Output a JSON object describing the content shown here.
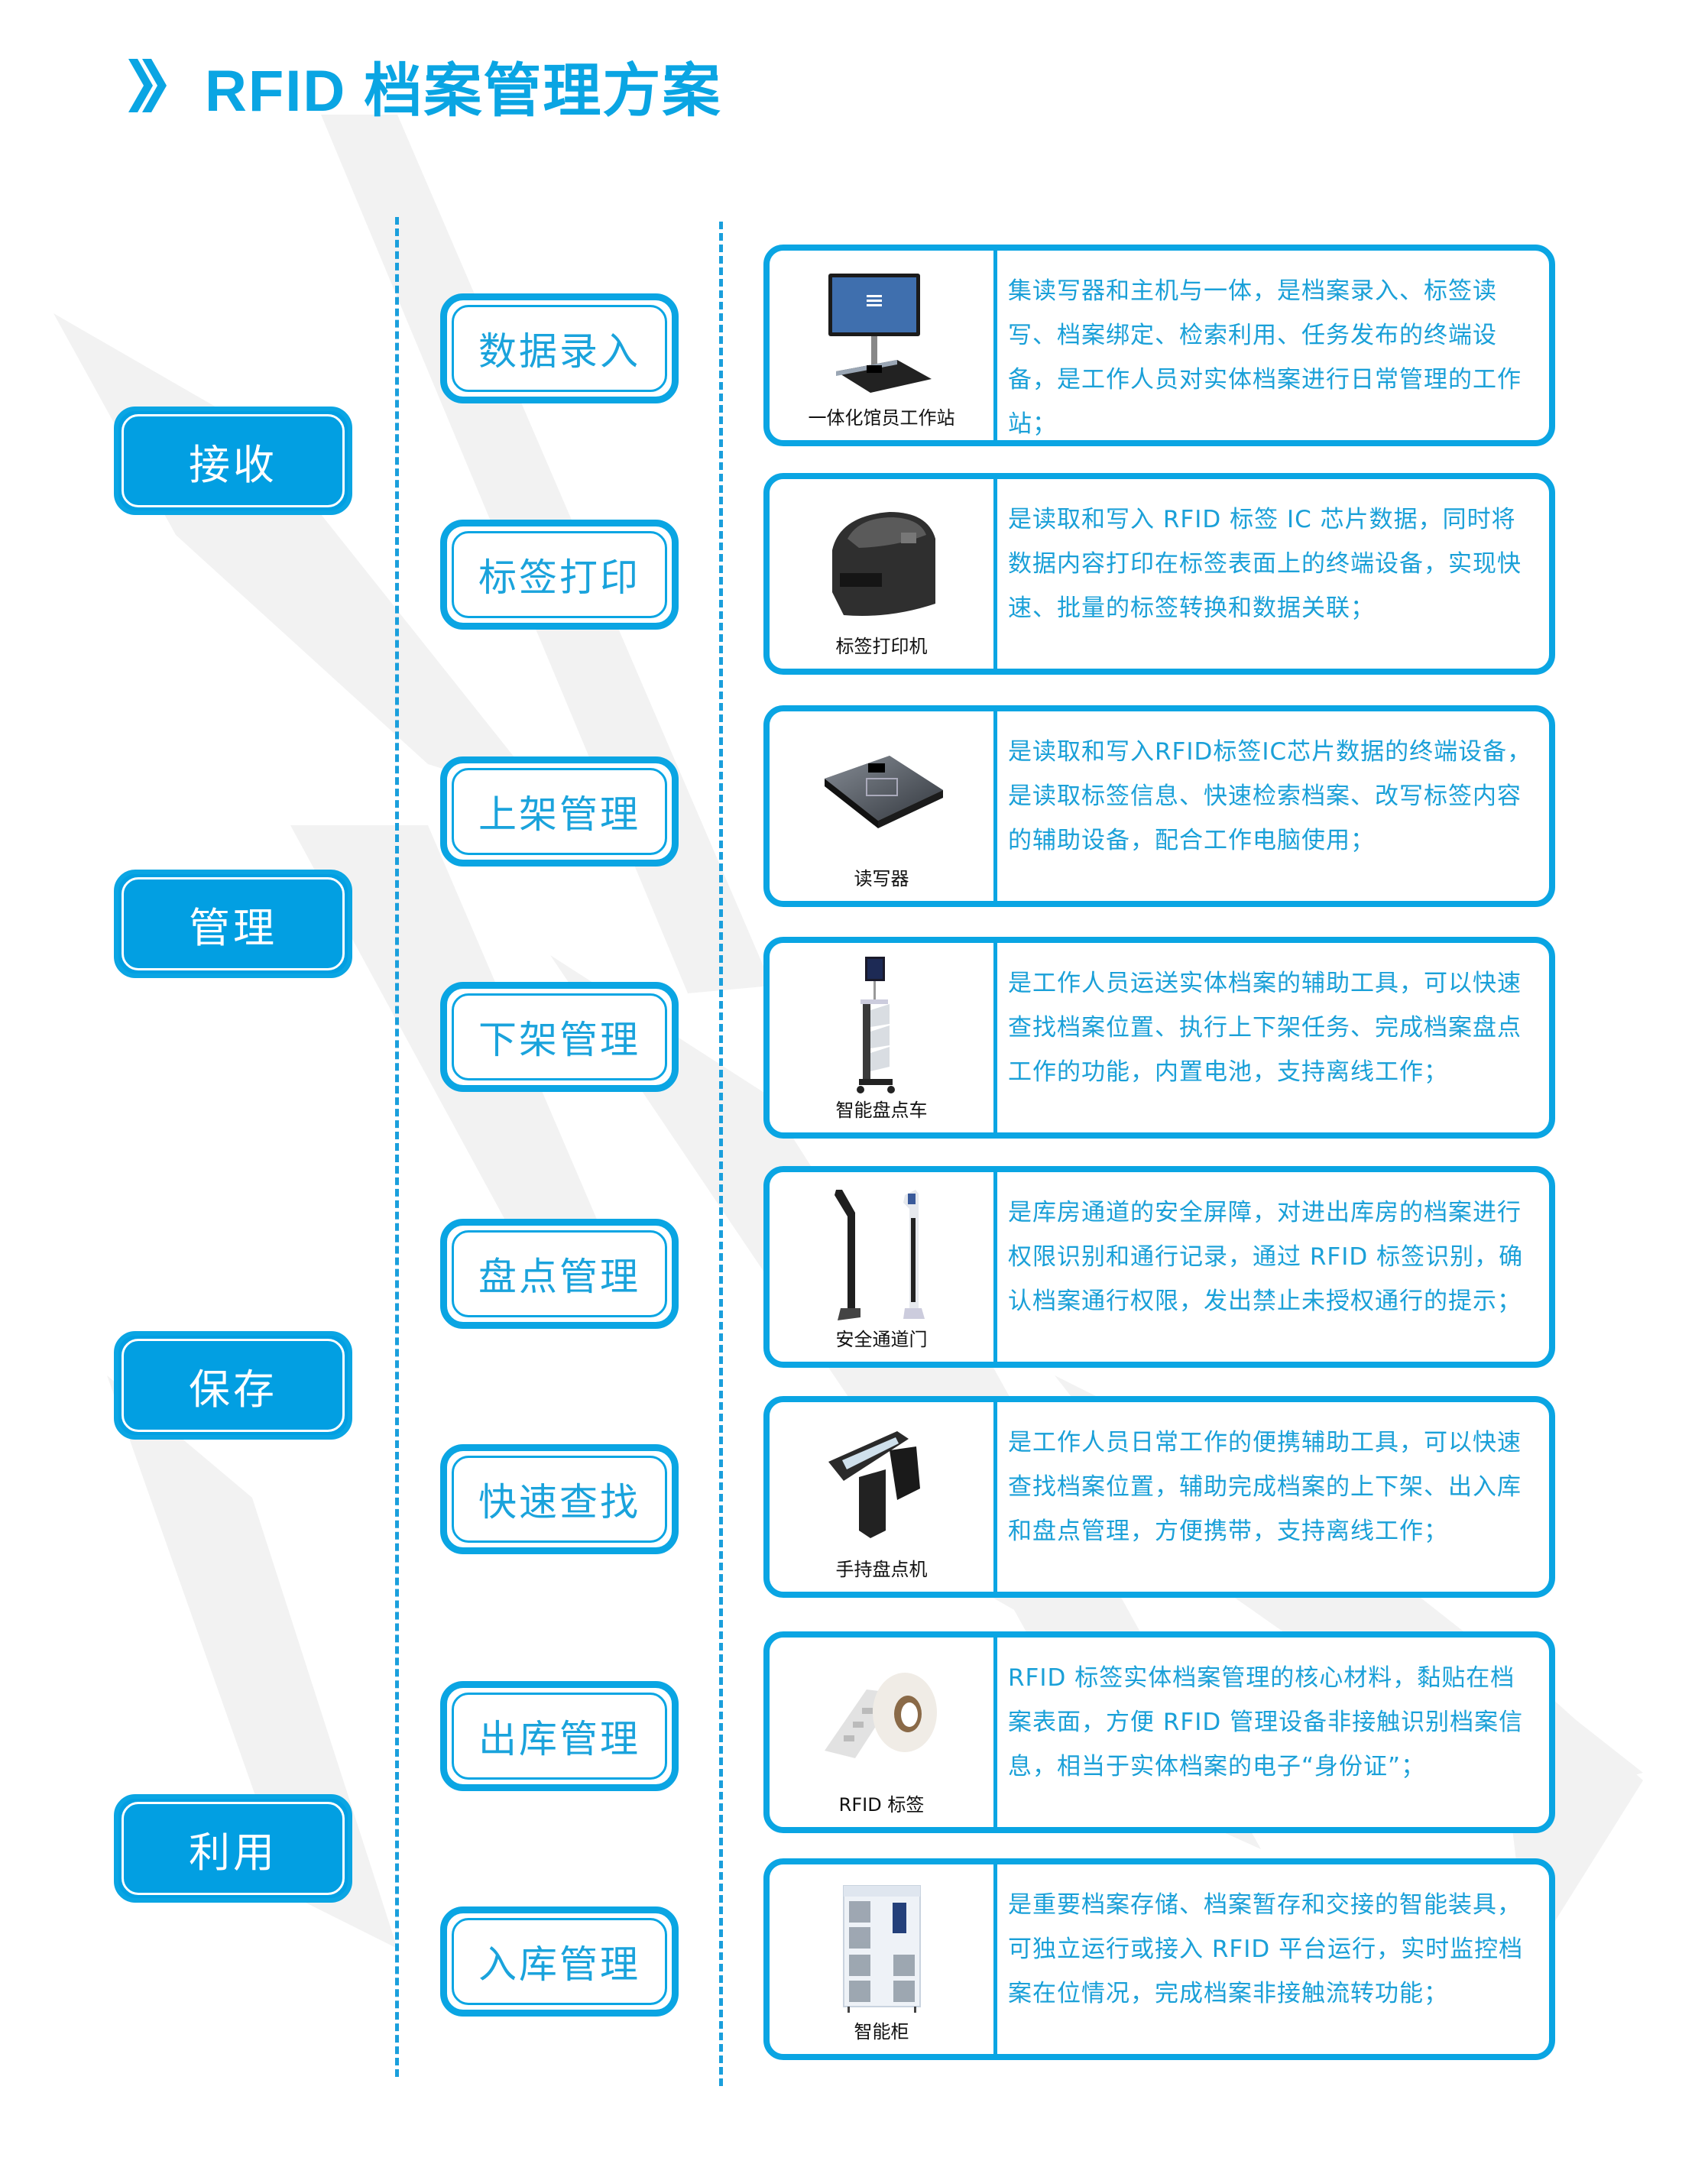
{
  "header": {
    "chevron_icon": "double-chevron-right-icon",
    "title": "RFID 档案管理方案"
  },
  "colors": {
    "accent": "#0AA5E3",
    "stage_fill": "#029FE2",
    "text_blue": "#1AA0D8",
    "watermark": "#F2F2F2",
    "caption": "#111111"
  },
  "stages": [
    {
      "label": "接收"
    },
    {
      "label": "管理"
    },
    {
      "label": "保存"
    },
    {
      "label": "利用"
    }
  ],
  "steps": [
    {
      "label": "数据录入"
    },
    {
      "label": "标签打印"
    },
    {
      "label": "上架管理"
    },
    {
      "label": "下架管理"
    },
    {
      "label": "盘点管理"
    },
    {
      "label": "快速查找"
    },
    {
      "label": "出库管理"
    },
    {
      "label": "入库管理"
    }
  ],
  "devices": [
    {
      "caption": "一体化馆员工作站",
      "icon": "workstation-icon",
      "description": "集读写器和主机与一体，是档案录入、标签读写、档案绑定、检索利用、任务发布的终端设备，是工作人员对实体档案进行日常管理的工作站；"
    },
    {
      "caption": "标签打印机",
      "icon": "label-printer-icon",
      "description": "是读取和写入 RFID 标签 IC 芯片数据，同时将数据内容打印在标签表面上的终端设备，实现快速、批量的标签转换和数据关联；"
    },
    {
      "caption": "读写器",
      "icon": "rfid-reader-icon",
      "description": "是读取和写入RFID标签IC芯片数据的终端设备，是读取标签信息、快速检索档案、改写标签内容的辅助设备，配合工作电脑使用；"
    },
    {
      "caption": "智能盘点车",
      "icon": "inventory-cart-icon",
      "description": "是工作人员运送实体档案的辅助工具，可以快速查找档案位置、执行上下架任务、完成档案盘点工作的功能，内置电池，支持离线工作；"
    },
    {
      "caption": "安全通道门",
      "icon": "security-gate-icon",
      "description": "是库房通道的安全屏障，对进出库房的档案进行权限识别和通行记录，通过 RFID 标签识别，确认档案通行权限，发出禁止未授权通行的提示；"
    },
    {
      "caption": "手持盘点机",
      "icon": "handheld-scanner-icon",
      "description": "是工作人员日常工作的便携辅助工具，可以快速查找档案位置，辅助完成档案的上下架、出入库和盘点管理，方便携带，支持离线工作；"
    },
    {
      "caption": "RFID 标签",
      "icon": "rfid-tag-roll-icon",
      "description": "RFID 标签实体档案管理的核心材料，黏贴在档案表面，方便 RFID 管理设备非接触识别档案信息，相当于实体档案的电子“身份证”；"
    },
    {
      "caption": "智能柜",
      "icon": "smart-cabinet-icon",
      "description": "是重要档案存储、档案暂存和交接的智能装具，可独立运行或接入 RFID 平台运行，实时监控档案在位情况，完成档案非接触流转功能；"
    }
  ]
}
